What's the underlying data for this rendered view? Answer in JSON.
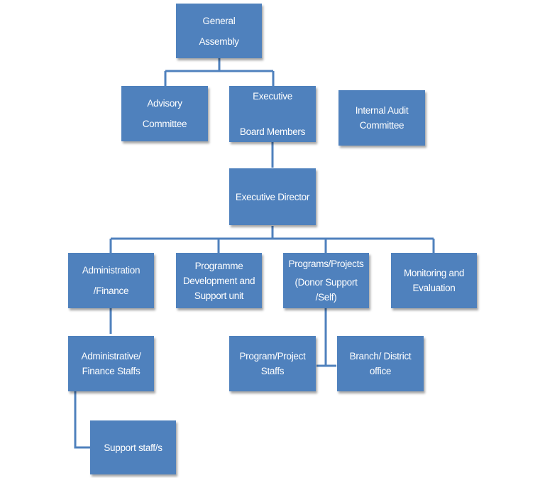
{
  "nodes": {
    "general_assembly": [
      "General",
      "Assembly"
    ],
    "advisory_committee": [
      "Advisory",
      "Committee"
    ],
    "executive_board": [
      "Executive",
      "Board Members"
    ],
    "internal_audit": [
      "Internal Audit",
      "Committee"
    ],
    "executive_director": [
      "Executive Director"
    ],
    "administration_finance": [
      "Administration",
      "/Finance"
    ],
    "programme_development": [
      "Programme",
      "Development and",
      "Support unit"
    ],
    "programs_projects": [
      "Programs/Projects",
      "(Donor Support",
      "/Self)"
    ],
    "monitoring_evaluation": [
      "Monitoring and",
      "Evaluation"
    ],
    "admin_finance_staffs": [
      "Administrative/",
      "Finance Staffs"
    ],
    "program_project_staffs": [
      "Program/Project",
      "Staffs"
    ],
    "branch_district_office": [
      "Branch/ District",
      "office"
    ],
    "support_staff": [
      "Support staff/s"
    ]
  },
  "colors": {
    "box_fill": "#4f81bd",
    "connector": "#4f81bd",
    "text": "#ffffff"
  }
}
